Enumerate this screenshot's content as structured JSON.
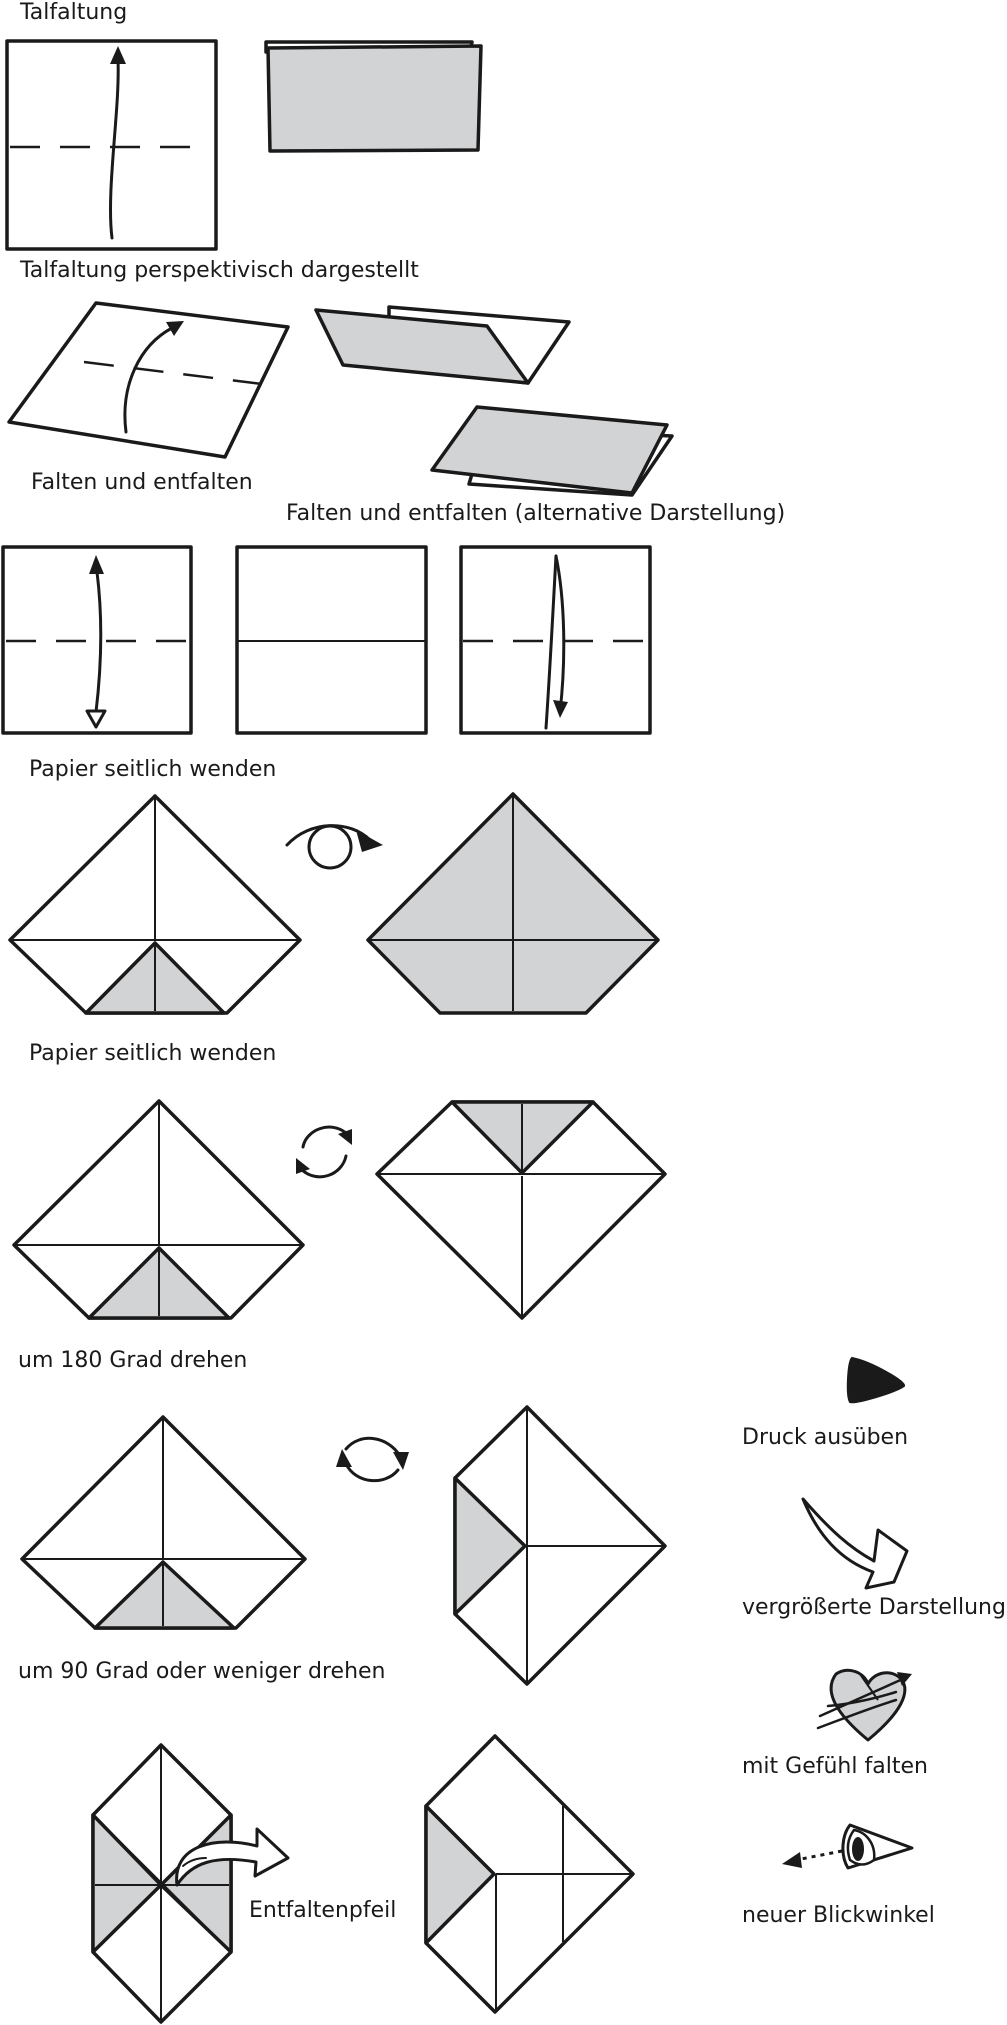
{
  "labels": {
    "valley_fold": "Talfaltung",
    "valley_fold_perspective": "Talfaltung perspektivisch dargestellt",
    "fold_unfold": "Falten und entfalten",
    "fold_unfold_alt": "Falten und entfalten (alternative Darstellung)",
    "turn_over_1": "Papier seitlich wenden",
    "turn_over_2": "Papier seitlich wenden",
    "rotate_180": "um 180 Grad drehen",
    "rotate_90": "um 90 Grad oder weniger drehen",
    "unfold_arrow": "Entfaltenpfeil",
    "apply_pressure": "Druck ausüben",
    "enlarged_view": "vergrößerte Darstellung",
    "fold_with_feeling": "mit Gefühl falten",
    "new_viewpoint": "neuer Blickwinkel"
  },
  "colors": {
    "line": "#1a1a1a",
    "paper_front": "#ffffff",
    "paper_back": "#d2d3d5"
  }
}
